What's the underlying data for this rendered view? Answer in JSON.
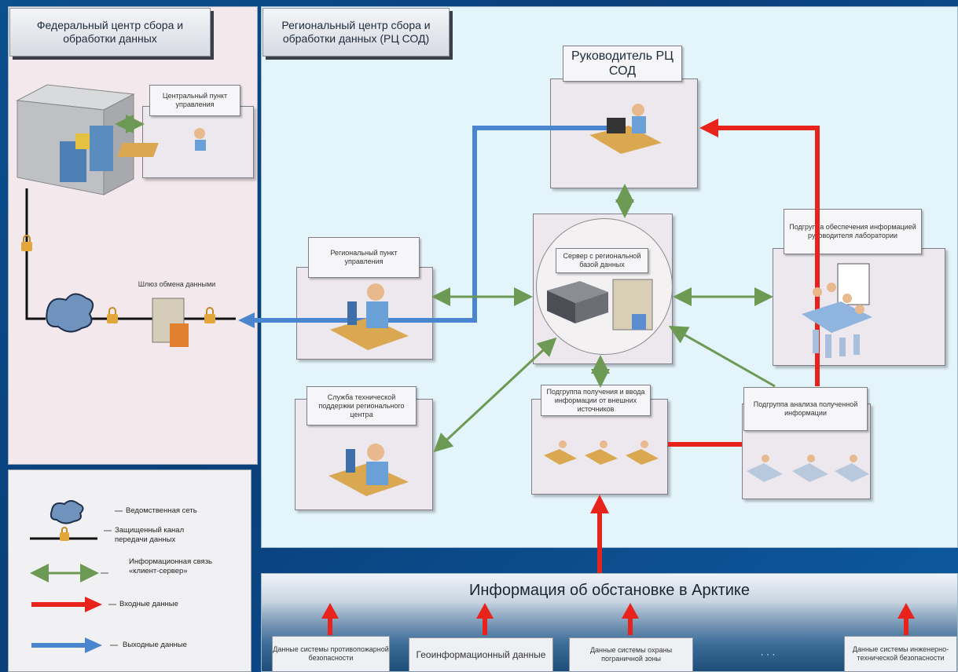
{
  "federal": {
    "title": "Федеральный центр сбора и обработки данных"
  },
  "regional": {
    "title": "Региональный центр сбора и обработки данных (РЦ СОД)"
  },
  "nodes": {
    "central_control": "Центральный пункт управления",
    "gateway": "Шлюз обмена данными",
    "head": "Руководитель РЦ СОД",
    "regional_control": "Региональный пункт управления",
    "server": "Сервер с региональной базой данных",
    "support": "Подгруппа обеспечения информацией руководителя лаборатории",
    "tech_support": "Служба технической поддержки регионального центра",
    "intake": "Подгруппа получения и ввода информации от внешних источников",
    "analysis": "Подгруппа анализа полученной информации"
  },
  "legend": {
    "network": "Ведомственная сеть",
    "secure_channel": "Защищенный канал передачи данных",
    "client_server": "Информационная связь «клиент-сервер»",
    "input_data": "Входные данные",
    "output_data": "Выходные данные"
  },
  "bottom": {
    "title": "Информация об обстановке в Арктике",
    "sources": [
      "Данные системы противопожарной безопасности",
      "Геоинформационный данные",
      "Данные системы охраны пограничной зоны",
      "Данные системы инженерно-технической безопасности"
    ],
    "ellipsis": "· · ·"
  },
  "colors": {
    "input_arrow": "#e8231c",
    "output_arrow": "#4a86d0",
    "client_server": "#6c9a55",
    "channel": "#111111"
  }
}
